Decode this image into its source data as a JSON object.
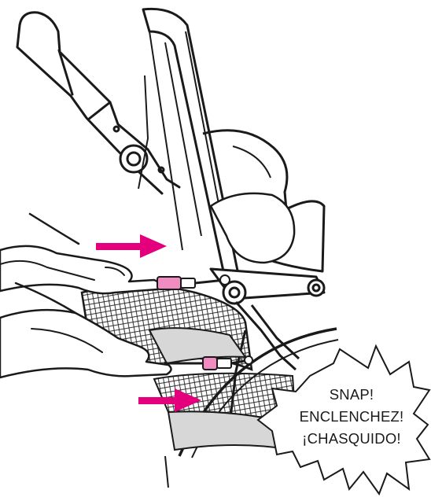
{
  "callout": {
    "lines": [
      "SNAP!",
      "ENCLENCHEZ!",
      "¡CHASQUIDO!"
    ]
  },
  "colors": {
    "line": "#1a1a1a",
    "accent": "#e4007c",
    "accent_fill": "#f08cc0",
    "fabric": "#d7d7d7",
    "background": "#ffffff"
  },
  "icons": [
    "handlebar-icon",
    "arrow-icon",
    "latch-icon",
    "starburst-icon"
  ]
}
